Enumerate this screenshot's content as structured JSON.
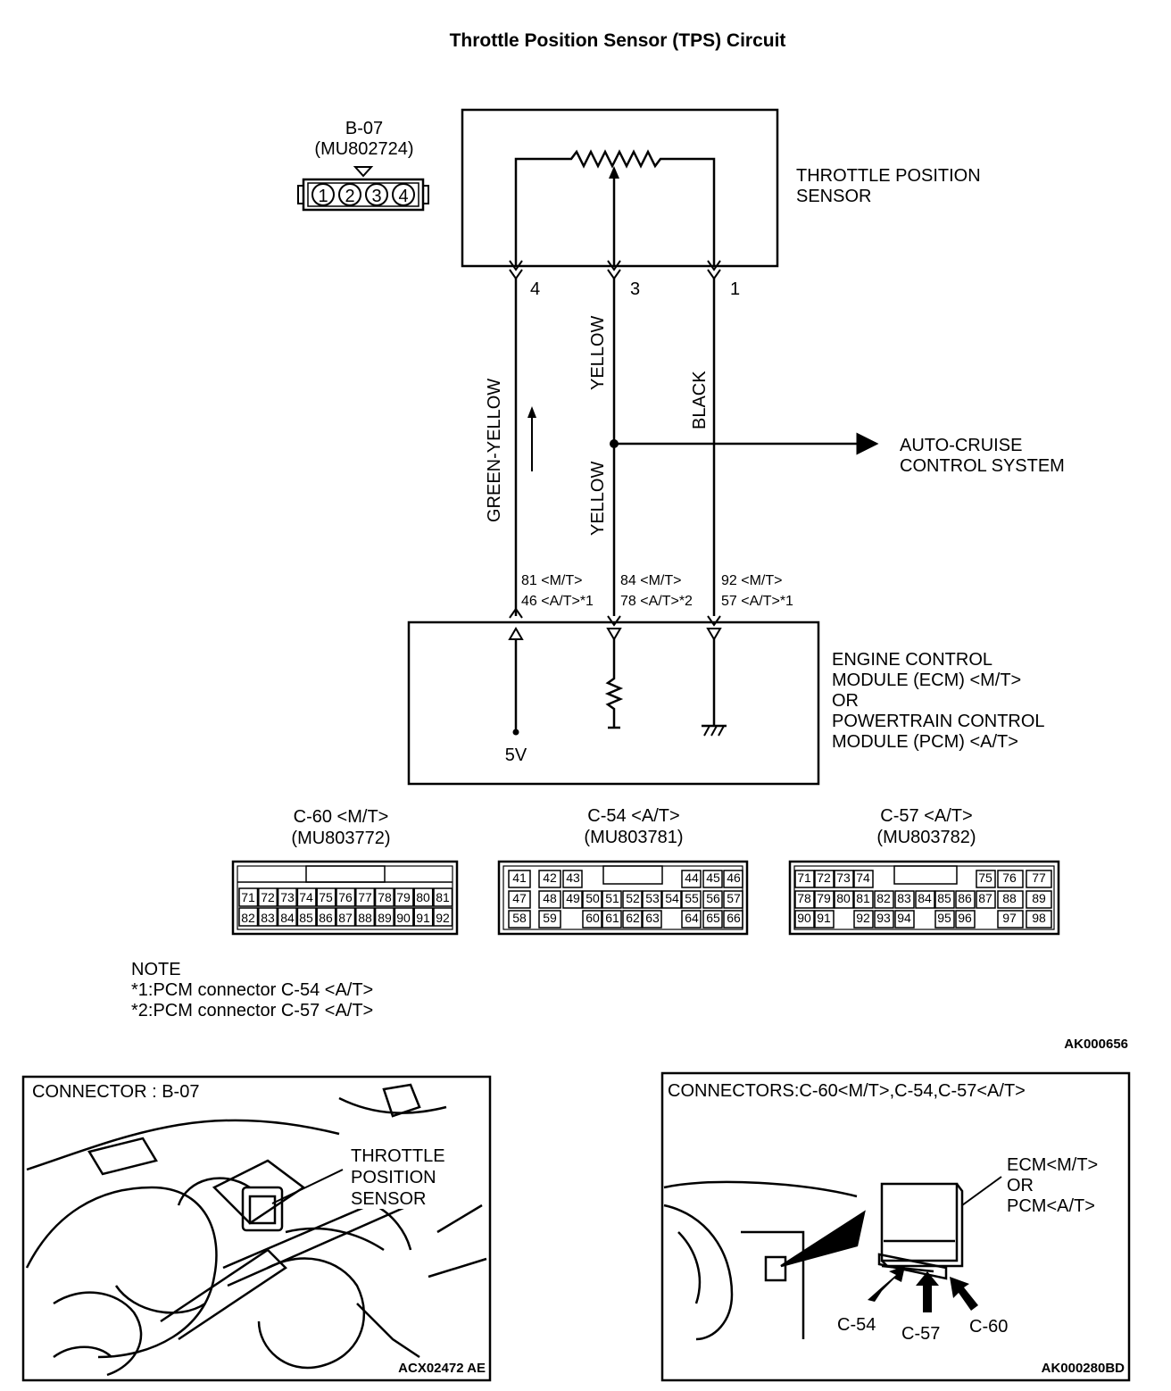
{
  "title": "Throttle Position Sensor (TPS) Circuit",
  "connector_b07": {
    "id": "B-07",
    "part": "(MU802724)",
    "pins": [
      "1",
      "2",
      "3",
      "4"
    ]
  },
  "sensor": {
    "label_line1": "THROTTLE POSITION",
    "label_line2": "SENSOR"
  },
  "wires": {
    "pin4": "4",
    "pin3": "3",
    "pin1": "1",
    "green_yellow": "GREEN-YELLOW",
    "yellow_top": "YELLOW",
    "yellow_bottom": "YELLOW",
    "black": "BLACK"
  },
  "auto_cruise": {
    "line1": "AUTO-CRUISE",
    "line2": "CONTROL SYSTEM"
  },
  "ecm_terminals": {
    "t1_mt": "81 <M/T>",
    "t1_at": "46 <A/T>*1",
    "t2_mt": "84 <M/T>",
    "t2_at": "78 <A/T>*2",
    "t3_mt": "92 <M/T>",
    "t3_at": "57 <A/T>*1"
  },
  "ecm": {
    "voltage": "5V",
    "line1": "ENGINE CONTROL",
    "line2": "MODULE (ECM) <M/T>",
    "line3": "OR",
    "line4": "POWERTRAIN CONTROL",
    "line5": "MODULE (PCM) <A/T>"
  },
  "c60": {
    "title": "C-60 <M/T>",
    "part": "(MU803772)",
    "row1": [
      "71",
      "72",
      "73",
      "74",
      "75",
      "76",
      "77",
      "78",
      "79",
      "80",
      "81"
    ],
    "row2": [
      "82",
      "83",
      "84",
      "85",
      "86",
      "87",
      "88",
      "89",
      "90",
      "91",
      "92"
    ]
  },
  "c54": {
    "title": "C-54 <A/T>",
    "part": "(MU803781)",
    "row0a": [
      "41",
      "42",
      "43"
    ],
    "row0b": [
      "44",
      "45",
      "46"
    ],
    "row1": [
      "47",
      "48",
      "49",
      "50",
      "51",
      "52",
      "53",
      "54",
      "55",
      "56",
      "57"
    ],
    "row2a": [
      "58",
      "59"
    ],
    "row2b": [
      "60",
      "61",
      "62",
      "63"
    ],
    "row2c": [
      "64",
      "65",
      "66"
    ]
  },
  "c57": {
    "title": "C-57 <A/T>",
    "part": "(MU803782)",
    "row0a": [
      "71",
      "72",
      "73",
      "74"
    ],
    "row0b": [
      "75",
      "76",
      "77"
    ],
    "row1a": [
      "78",
      "79",
      "80",
      "81",
      "82",
      "83",
      "84",
      "85",
      "86",
      "87"
    ],
    "row1b": [
      "88",
      "89"
    ],
    "row2a": [
      "90",
      "91"
    ],
    "row2b": [
      "92",
      "93",
      "94"
    ],
    "row2c": [
      "95",
      "96"
    ],
    "row2d": [
      "97",
      "98"
    ]
  },
  "note": {
    "heading": "NOTE",
    "n1": "*1:PCM connector C-54 <A/T>",
    "n2": "*2:PCM connector C-57 <A/T>"
  },
  "figure_code_main": "AK000656",
  "photo_left": {
    "caption": "CONNECTOR : B-07",
    "label1": "THROTTLE",
    "label2": "POSITION",
    "label3": "SENSOR",
    "code": "ACX02472 AE"
  },
  "photo_right": {
    "caption": "CONNECTORS:C-60<M/T>,C-54,C-57<A/T>",
    "label1": "ECM<M/T>",
    "label2": "OR",
    "label3": "PCM<A/T>",
    "c54": "C-54",
    "c57": "C-57",
    "c60": "C-60",
    "code": "AK000280BD"
  }
}
